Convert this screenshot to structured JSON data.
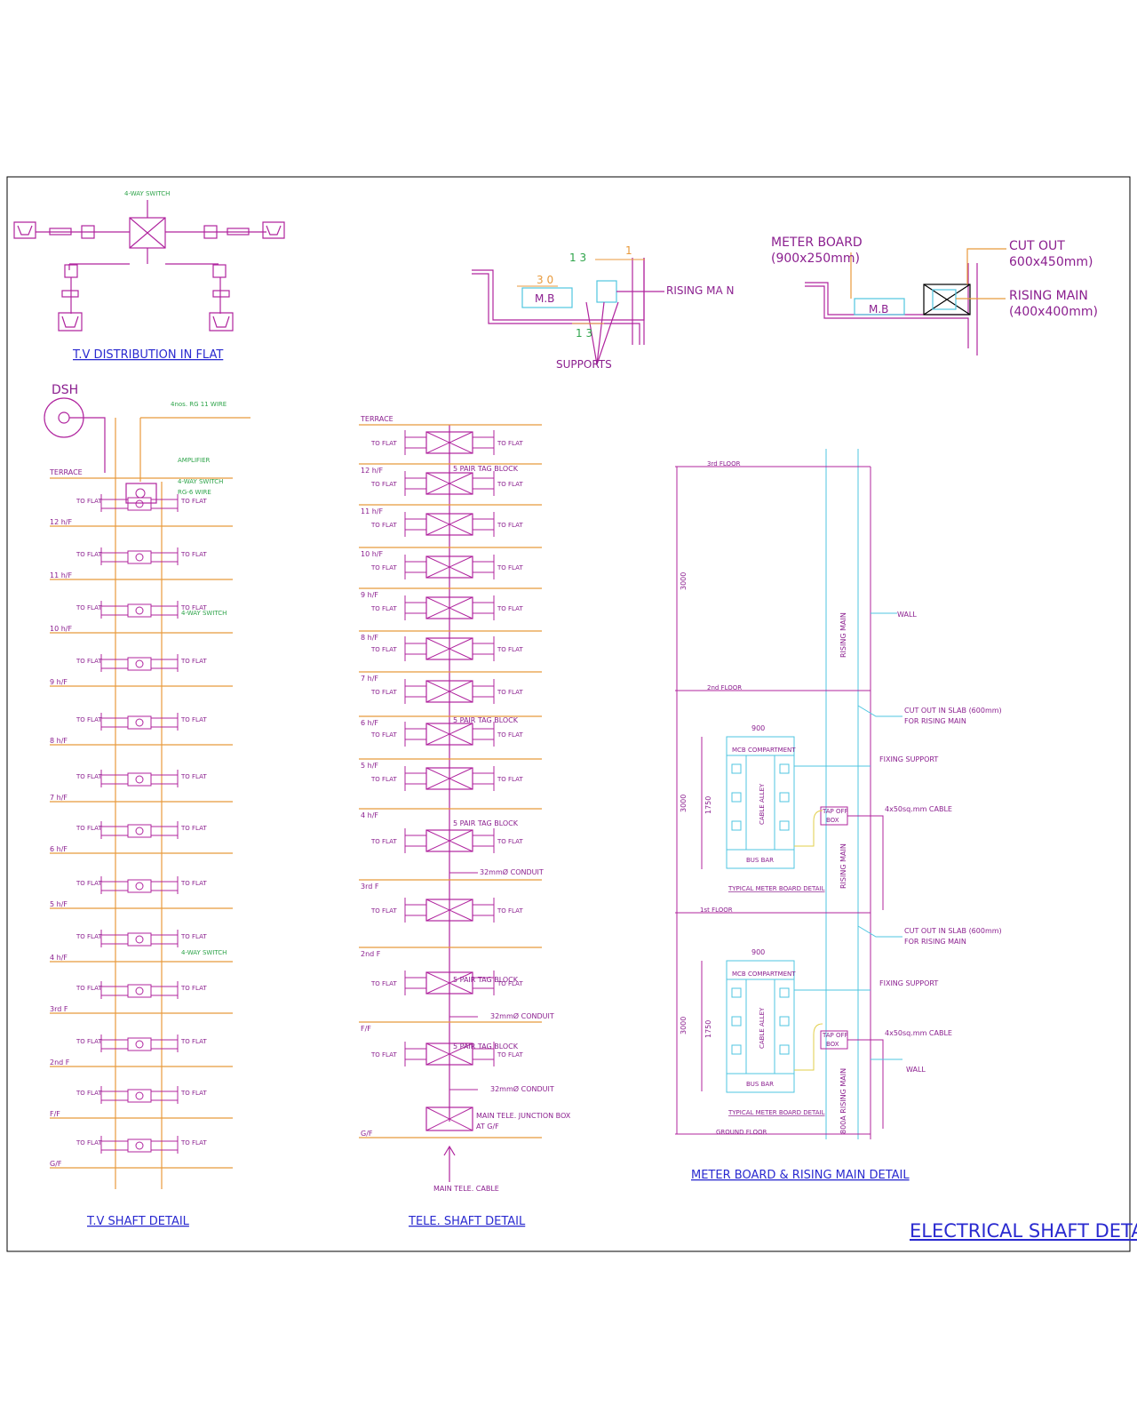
{
  "sheet_title": "ELECTRICAL  SHAFT  DETAIL",
  "colors": {
    "line": "#b0249e",
    "floor": "#e89a3c",
    "green": "#2ea44a",
    "cyan": "#4fc6e0",
    "yellow": "#e2cf4a",
    "text": "#8b1f8f",
    "blue": "#2a2ad0",
    "frame": "#000000"
  },
  "tv_distribution": {
    "title": "T.V  DISTRIBUTION  IN  FLAT",
    "labels": [
      "4-WAY SWITCH"
    ]
  },
  "rising_main_section": {
    "dim_30": "3 0",
    "dim_13_top": "1 3",
    "dim_1": "1",
    "dim_13_bottom": "1 3",
    "mb": "M.B",
    "rising_main": "RISING MA N",
    "supports": "SUPPORTS"
  },
  "cutout_section": {
    "meter_board": "METER BOARD",
    "meter_board_size": "(900x250mm)",
    "mb": "M.B",
    "cut_out": "CUT OUT",
    "cut_out_size": "600x450mm)",
    "rising_main": "RISING MAIN",
    "rising_main_size": "(400x400mm)"
  },
  "tv_shaft": {
    "title": "T.V  SHAFT  DETAIL",
    "dish": "DSH",
    "terrace": "TERRACE",
    "cable_note": "4nos. RG 11 WIRE",
    "amplifier": "AMPLIFIER",
    "switch_4way": "4-WAY SWITCH",
    "rg6": "RG-6 WIRE",
    "to_flat": "TO FLAT",
    "floors": [
      "12 h/F",
      "11 h/F",
      "10 h/F",
      "9 h/F",
      "8 h/F",
      "7 h/F",
      "6 h/F",
      "5 h/F",
      "4 h/F",
      "3rd F",
      "2nd F",
      "F/F",
      "G/F"
    ]
  },
  "tele_shaft": {
    "title": "TELE.  SHAFT  DETAIL",
    "terrace": "TERRACE",
    "tag_block": "5 PAIR TAG BLOCK",
    "conduit": "32mmØ CONDUIT",
    "junction_box": "MAIN TELE. JUNCTION BOX",
    "junction_box_2": "AT G/F",
    "main_cable": "MAIN TELE. CABLE",
    "to_flat": "TO FLAT",
    "floors": [
      "12 h/F",
      "11 h/F",
      "10 h/F",
      "9 h/F",
      "8 h/F",
      "7 h/F",
      "6 h/F",
      "5 h/F",
      "4 h/F",
      "3rd F",
      "2nd F",
      "F/F",
      "G/F"
    ]
  },
  "meter_board": {
    "title": "METER BOARD  &  RISING  MAIN  DETAIL",
    "floor_top": "3rd FLOOR",
    "floor_mid": "2nd FLOOR",
    "floor_first": "1st FLOOR",
    "floor_ground": "GROUND FLOOR",
    "dim_3000": "3000",
    "dim_900": "900",
    "dim_1750": "1750",
    "rising_main": "RISING MAIN",
    "rising_main_2": "800A RISING MAIN",
    "wall": "WALL",
    "cutout_note": "CUT OUT IN SLAB (600mm)",
    "cutout_note_2": "FOR RISING MAIN",
    "fixing_support": "FIXING SUPPORT",
    "cable": "4x50sq.mm CABLE",
    "mcb": "MCB COMPARTMENT",
    "cable_alley": "CABLE ALLEY",
    "busbar": "BUS BAR",
    "typical": "TYPICAL METER BOARD DETAIL",
    "tap_off": "TAP OFF",
    "box": "BOX"
  }
}
